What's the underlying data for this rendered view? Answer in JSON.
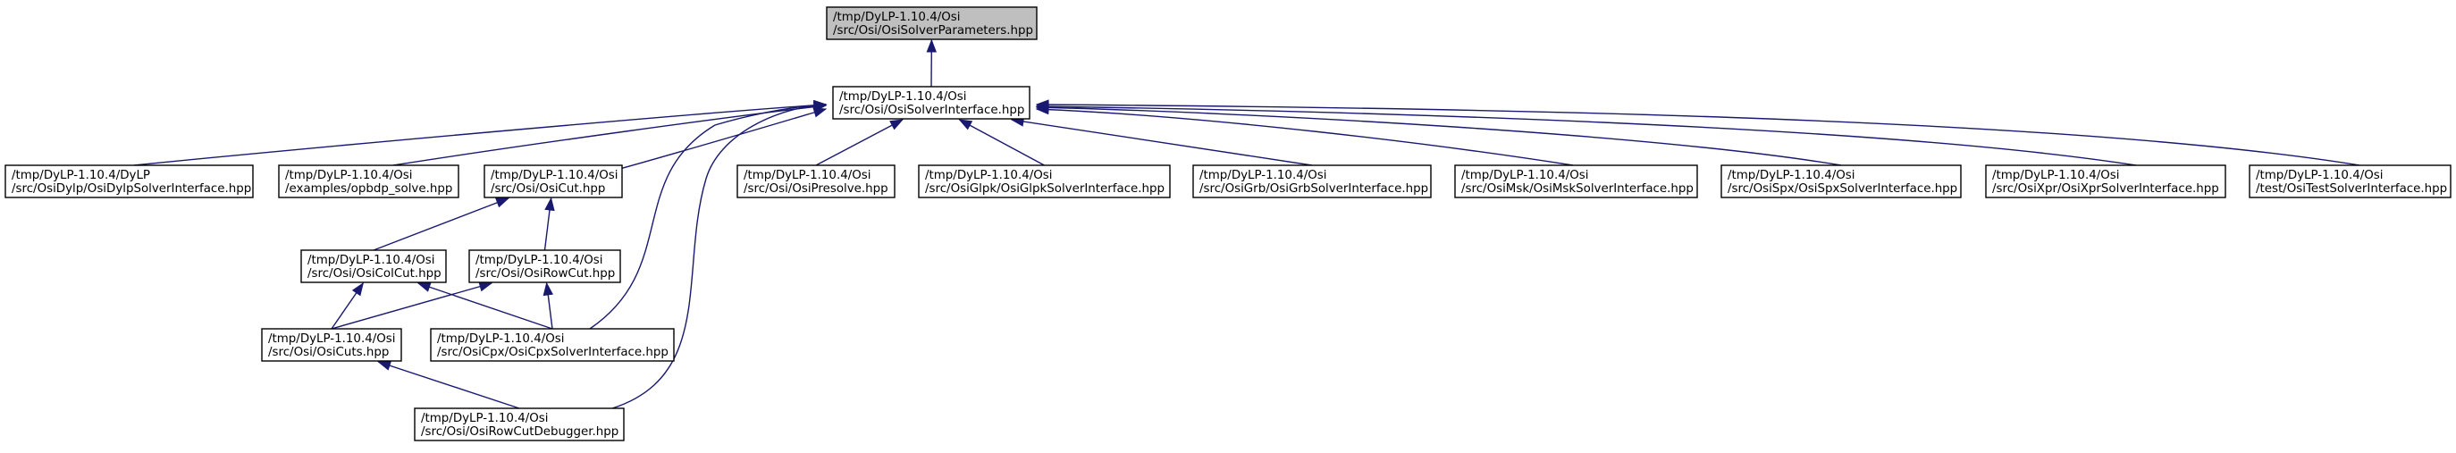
{
  "diagram": {
    "type": "include-dependency-graph",
    "colors": {
      "edge": "#191970",
      "root_fill": "#bfbfbf",
      "node_fill": "#ffffff",
      "border": "#000000"
    },
    "nodes": {
      "root": {
        "line1": "/tmp/DyLP-1.10.4/Osi",
        "line2": "/src/Osi/OsiSolverParameters.hpp"
      },
      "solverif": {
        "line1": "/tmp/DyLP-1.10.4/Osi",
        "line2": "/src/Osi/OsiSolverInterface.hpp"
      },
      "dylp": {
        "line1": "/tmp/DyLP-1.10.4/DyLP",
        "line2": "/src/OsiDylp/OsiDylpSolverInterface.hpp"
      },
      "opbdp": {
        "line1": "/tmp/DyLP-1.10.4/Osi",
        "line2": "/examples/opbdp_solve.hpp"
      },
      "osicut": {
        "line1": "/tmp/DyLP-1.10.4/Osi",
        "line2": "/src/Osi/OsiCut.hpp"
      },
      "presolve": {
        "line1": "/tmp/DyLP-1.10.4/Osi",
        "line2": "/src/Osi/OsiPresolve.hpp"
      },
      "glpk": {
        "line1": "/tmp/DyLP-1.10.4/Osi",
        "line2": "/src/OsiGlpk/OsiGlpkSolverInterface.hpp"
      },
      "grb": {
        "line1": "/tmp/DyLP-1.10.4/Osi",
        "line2": "/src/OsiGrb/OsiGrbSolverInterface.hpp"
      },
      "msk": {
        "line1": "/tmp/DyLP-1.10.4/Osi",
        "line2": "/src/OsiMsk/OsiMskSolverInterface.hpp"
      },
      "spx": {
        "line1": "/tmp/DyLP-1.10.4/Osi",
        "line2": "/src/OsiSpx/OsiSpxSolverInterface.hpp"
      },
      "xpr": {
        "line1": "/tmp/DyLP-1.10.4/Osi",
        "line2": "/src/OsiXpr/OsiXprSolverInterface.hpp"
      },
      "testsolv": {
        "line1": "/tmp/DyLP-1.10.4/Osi",
        "line2": "/test/OsiTestSolverInterface.hpp"
      },
      "colcut": {
        "line1": "/tmp/DyLP-1.10.4/Osi",
        "line2": "/src/Osi/OsiColCut.hpp"
      },
      "rowcut": {
        "line1": "/tmp/DyLP-1.10.4/Osi",
        "line2": "/src/Osi/OsiRowCut.hpp"
      },
      "cuts": {
        "line1": "/tmp/DyLP-1.10.4/Osi",
        "line2": "/src/Osi/OsiCuts.hpp"
      },
      "cpx": {
        "line1": "/tmp/DyLP-1.10.4/Osi",
        "line2": "/src/OsiCpx/OsiCpxSolverInterface.hpp"
      },
      "debugger": {
        "line1": "/tmp/DyLP-1.10.4/Osi",
        "line2": "/src/Osi/OsiRowCutDebugger.hpp"
      }
    },
    "edges": [
      {
        "from": "solverif",
        "to": "root"
      },
      {
        "from": "dylp",
        "to": "solverif"
      },
      {
        "from": "opbdp",
        "to": "solverif"
      },
      {
        "from": "osicut",
        "to": "solverif"
      },
      {
        "from": "presolve",
        "to": "solverif"
      },
      {
        "from": "glpk",
        "to": "solverif"
      },
      {
        "from": "grb",
        "to": "solverif"
      },
      {
        "from": "msk",
        "to": "solverif"
      },
      {
        "from": "spx",
        "to": "solverif"
      },
      {
        "from": "xpr",
        "to": "solverif"
      },
      {
        "from": "testsolv",
        "to": "solverif"
      },
      {
        "from": "cpx",
        "to": "solverif"
      },
      {
        "from": "debugger",
        "to": "solverif"
      },
      {
        "from": "colcut",
        "to": "osicut"
      },
      {
        "from": "rowcut",
        "to": "osicut"
      },
      {
        "from": "cuts",
        "to": "colcut"
      },
      {
        "from": "cpx",
        "to": "colcut"
      },
      {
        "from": "cuts",
        "to": "rowcut"
      },
      {
        "from": "cpx",
        "to": "rowcut"
      },
      {
        "from": "debugger",
        "to": "cuts"
      }
    ]
  }
}
